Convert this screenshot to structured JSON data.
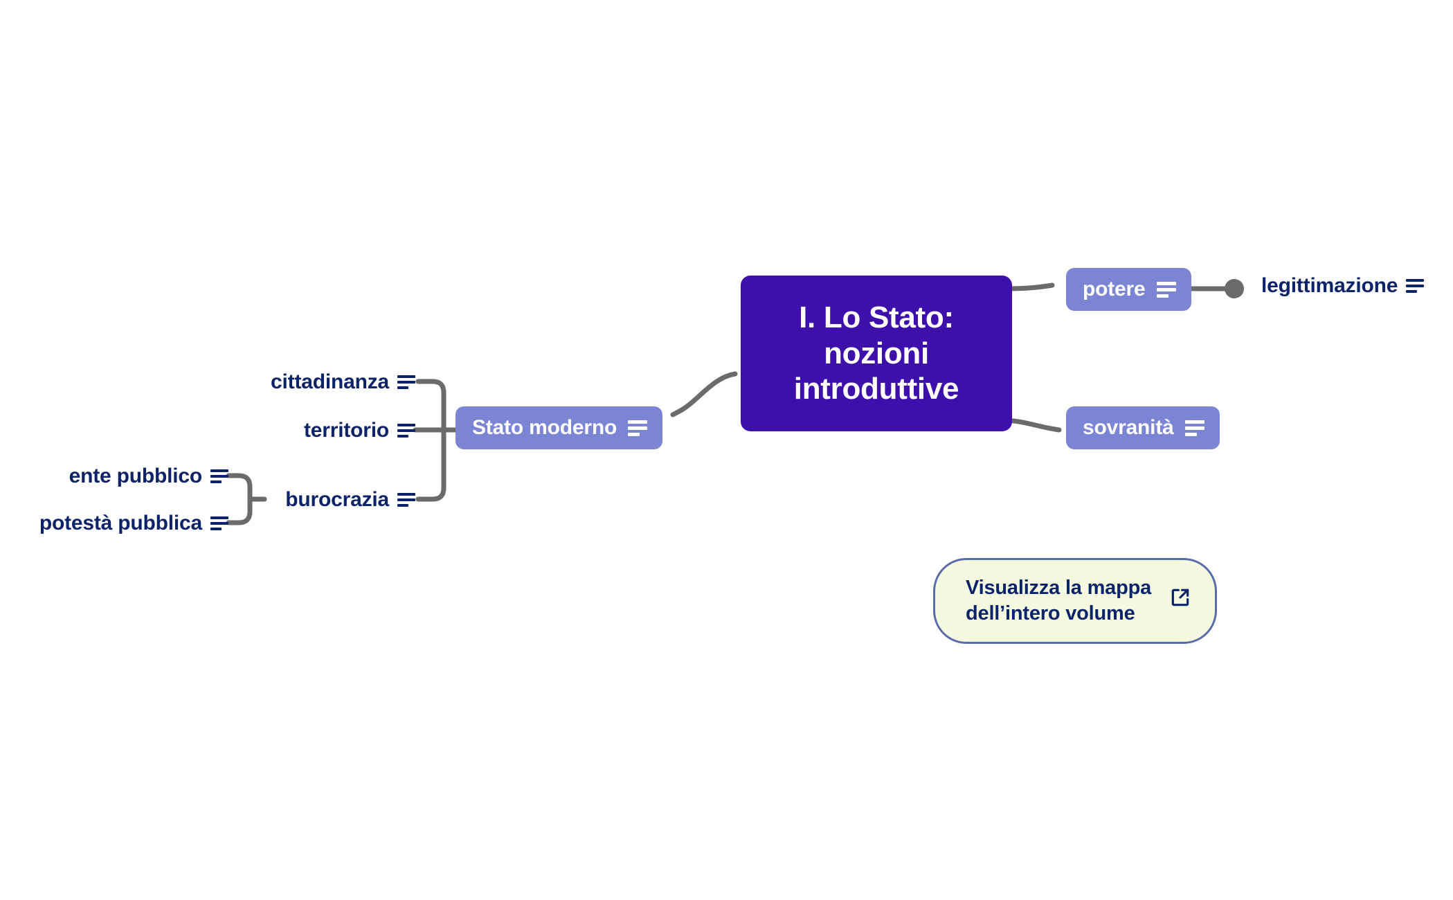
{
  "map": {
    "root": {
      "label": "I. Lo Stato:\nnozioni\nintroduttive",
      "line1": "I. Lo Stato:",
      "line2": "nozioni",
      "line3": "introduttive",
      "color": "#3d10ab",
      "text_color": "#ffffff"
    },
    "branches": [
      {
        "id": "potere",
        "label": "potere",
        "type": "pill",
        "side": "right",
        "has_note_icon": true,
        "color": "#7b85d4",
        "children": [
          {
            "id": "legittimazione",
            "label": "legittimazione",
            "type": "text",
            "has_note_icon": true,
            "color": "#0d2368"
          }
        ]
      },
      {
        "id": "sovranita",
        "label": "sovranità",
        "type": "pill",
        "side": "right",
        "has_note_icon": true,
        "color": "#7b85d4",
        "children": []
      },
      {
        "id": "stato-moderno",
        "label": "Stato moderno",
        "type": "pill",
        "side": "left",
        "has_note_icon": true,
        "color": "#7b85d4",
        "children": [
          {
            "id": "cittadinanza",
            "label": "cittadinanza",
            "type": "text",
            "has_note_icon": true,
            "color": "#0d2368",
            "children": []
          },
          {
            "id": "territorio",
            "label": "territorio",
            "type": "text",
            "has_note_icon": true,
            "color": "#0d2368",
            "children": []
          },
          {
            "id": "burocrazia",
            "label": "burocrazia",
            "type": "text",
            "has_note_icon": true,
            "color": "#0d2368",
            "children": [
              {
                "id": "ente-pubblico",
                "label": "ente pubblico",
                "type": "text",
                "has_note_icon": true,
                "color": "#0d2368"
              },
              {
                "id": "potesta-pubblica",
                "label": "potestà pubblica",
                "type": "text",
                "has_note_icon": true,
                "color": "#0d2368"
              }
            ]
          }
        ]
      }
    ]
  },
  "cta": {
    "label": "Visualizza la mappa\ndell’intero volume",
    "icon": "external-link-icon",
    "background": "#f4fadf",
    "border_color": "#5a6ba8",
    "text_color": "#0d2368"
  },
  "theme": {
    "canvas_background": "#ffffff",
    "connector_color": "#6b6b6b",
    "accent_purple": "#3d10ab",
    "accent_periwinkle": "#7b85d4",
    "accent_navy": "#0d2368"
  }
}
